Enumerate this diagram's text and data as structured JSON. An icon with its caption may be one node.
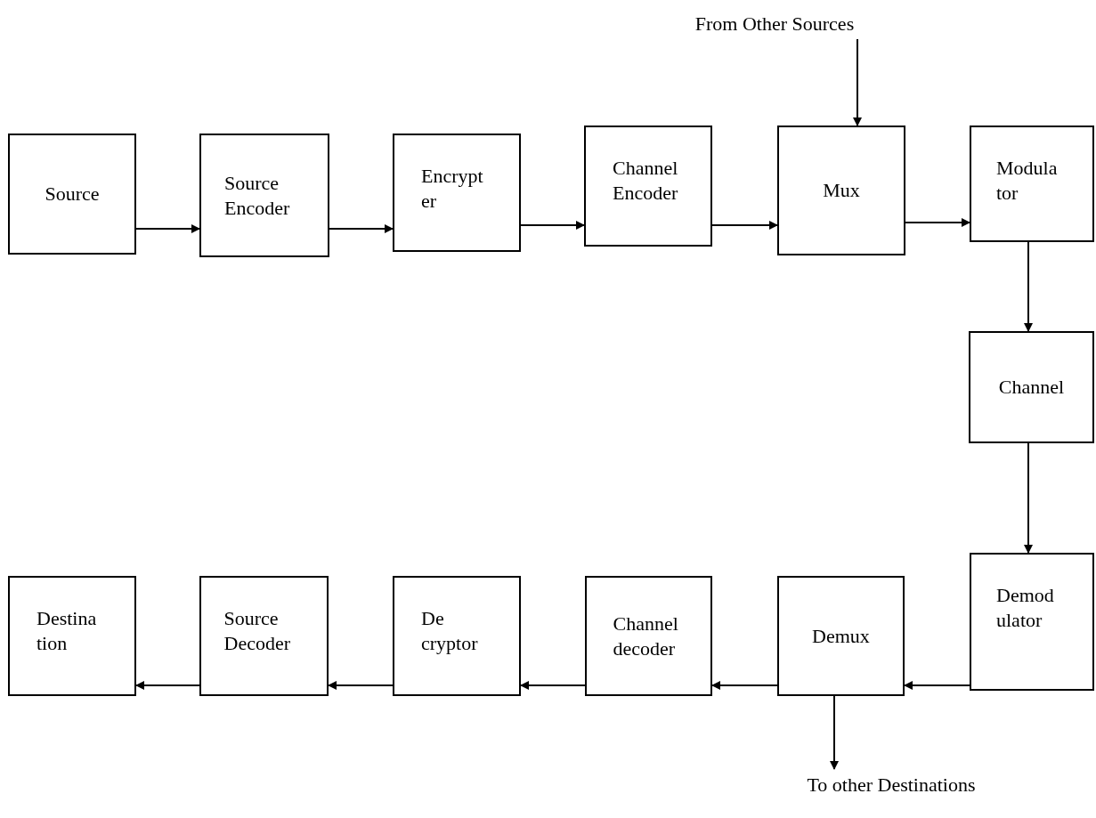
{
  "diagram": {
    "nodes": [
      {
        "text": [
          "Source"
        ]
      },
      {
        "text": [
          "Source Encoder"
        ]
      },
      {
        "text": [
          "Encrypt er"
        ]
      },
      {
        "text": [
          "Channel Encoder"
        ]
      },
      {
        "text": [
          "Mux"
        ]
      },
      {
        "text": [
          "Modula tor"
        ]
      },
      {
        "text": [
          "Channel"
        ]
      },
      {
        "text": [
          "Demod ulator"
        ]
      },
      {
        "text": [
          "Demux"
        ]
      },
      {
        "text": [
          "Channel decoder"
        ]
      },
      {
        "text": [
          "De cryptor"
        ]
      },
      {
        "text": [
          "Source Decoder"
        ]
      },
      {
        "text": [
          "Destina tion"
        ]
      },
      {
        "text": [
          "From Other Sources"
        ]
      },
      {
        "text": [
          "To other Destinations"
        ]
      }
    ],
    "edges": [
      {
        "from": 0,
        "to": 1,
        "arrow": "to"
      },
      {
        "from": 1,
        "to": 2,
        "arrow": "to"
      },
      {
        "from": 2,
        "to": 3,
        "arrow": "to"
      },
      {
        "from": 3,
        "to": 4,
        "arrow": "to"
      },
      {
        "from": 4,
        "to": 5,
        "arrow": "to"
      },
      {
        "from": 5,
        "to": 6,
        "arrow": "to"
      },
      {
        "from": 6,
        "to": 7,
        "arrow": "to"
      },
      {
        "from": 7,
        "to": 8,
        "arrow": "to"
      },
      {
        "from": 8,
        "to": 9,
        "arrow": "to"
      },
      {
        "from": 9,
        "to": 10,
        "arrow": "to"
      },
      {
        "from": 10,
        "to": 11,
        "arrow": "to"
      },
      {
        "from": 11,
        "to": 12,
        "arrow": "to"
      },
      {
        "from": 13,
        "to": 4,
        "arrow": "to"
      },
      {
        "from": 8,
        "to": 14,
        "arrow": "to"
      }
    ]
  }
}
